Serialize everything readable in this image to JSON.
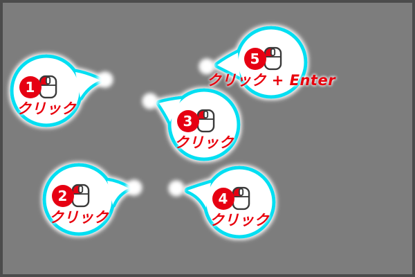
{
  "colors": {
    "background_gray": "#7d7d7d",
    "frame_border": "#4c4c4c",
    "bubble_border_cyan": "#00dff2",
    "bubble_fill": "#ffffff",
    "badge_red": "#e60012",
    "label_red": "#e8000d"
  },
  "icons": {
    "mouse": "mouse-left-click-icon",
    "dot": "click-target-dot"
  },
  "bubbles": [
    {
      "number": "1",
      "label": "クリック"
    },
    {
      "number": "2",
      "label": "クリック"
    },
    {
      "number": "3",
      "label": "クリック"
    },
    {
      "number": "4",
      "label": "クリック"
    },
    {
      "number": "5",
      "label": "クリック + Enter"
    }
  ]
}
